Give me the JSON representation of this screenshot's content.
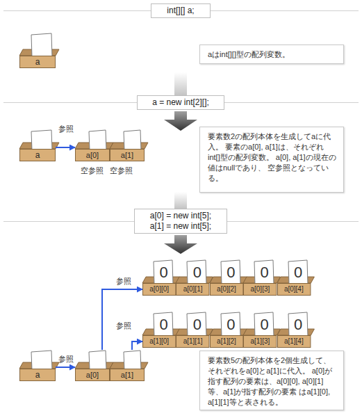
{
  "diagram": {
    "nodes": [
      {
        "text": [
          "int[][] a;"
        ]
      },
      {
        "text": [
          "a"
        ]
      },
      {
        "text": [
          "aはint[][]型の配列変数。"
        ]
      },
      {
        "text": [
          "a = new int[2][];"
        ]
      },
      {
        "text": [
          "a"
        ]
      },
      {
        "text": [
          "a[0]"
        ]
      },
      {
        "text": [
          "a[1]"
        ]
      },
      {
        "text": [
          "要素数2の配列本体を生成してaに代入。 要素のa[0], a[1]は、それぞれ int[]型の配列変数。 a[0], a[1]の現在の値はnullであり、 空参照となっている。"
        ]
      },
      {
        "text": [
          "a[0] = new int[5];",
          "a[1] = new int[5];"
        ]
      },
      {
        "text": [
          "0",
          "a[0][0]"
        ]
      },
      {
        "text": [
          "0",
          "a[0][1]"
        ]
      },
      {
        "text": [
          "0",
          "a[0][2]"
        ]
      },
      {
        "text": [
          "0",
          "a[0][3]"
        ]
      },
      {
        "text": [
          "0",
          "a[0][4]"
        ]
      },
      {
        "text": [
          "0",
          "a[1][0]"
        ]
      },
      {
        "text": [
          "0",
          "a[1][1]"
        ]
      },
      {
        "text": [
          "0",
          "a[1][2]"
        ]
      },
      {
        "text": [
          "0",
          "a[1][3]"
        ]
      },
      {
        "text": [
          "0",
          "a[1][4]"
        ]
      },
      {
        "text": [
          "a"
        ]
      },
      {
        "text": [
          "a[0]"
        ]
      },
      {
        "text": [
          "a[1]"
        ]
      },
      {
        "text": [
          "要素数5の配列本体を2個生成して、 それぞれをa[0]とa[1]に代入。 a[0]が指す配列の要素は、a[0][0], a[0][1]等、a[1]が指す配列の要素 はa[1][0], a[1][1]等と表される。"
        ]
      }
    ],
    "edges": [
      {
        "from": 4,
        "to": 5,
        "arrow": "to",
        "label": "参照"
      },
      {
        "from": 19,
        "to": 20,
        "arrow": "to",
        "label": "参照"
      },
      {
        "from": 20,
        "to": 9,
        "arrow": "to",
        "label": "参照"
      },
      {
        "from": 21,
        "to": 14,
        "arrow": "to",
        "label": "参照"
      }
    ],
    "labels": [
      "空参照",
      "空参照"
    ]
  }
}
